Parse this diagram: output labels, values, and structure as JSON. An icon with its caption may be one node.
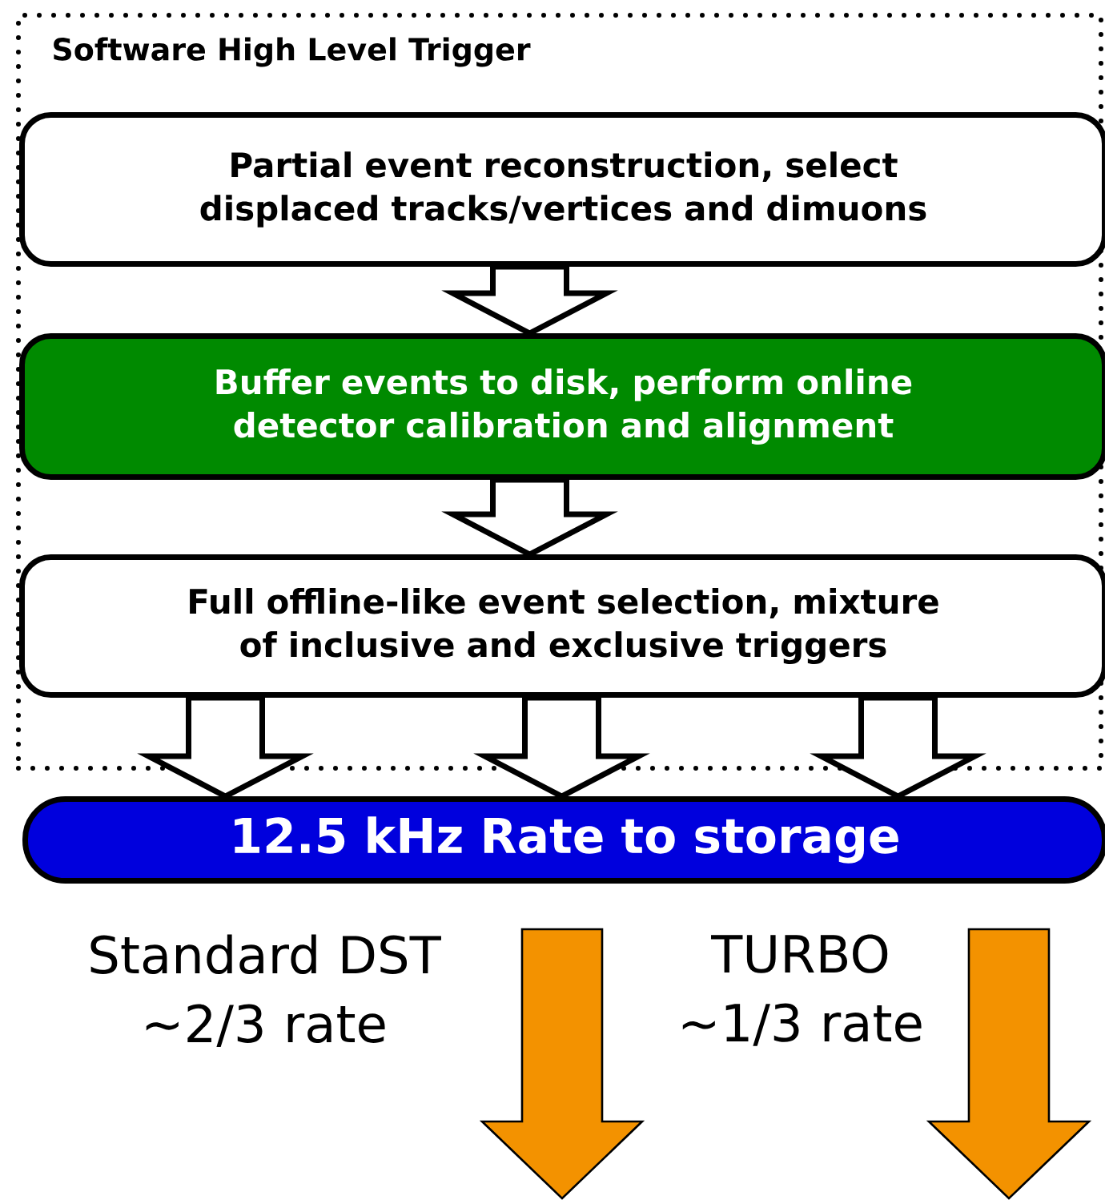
{
  "diagram": {
    "nodes": [
      {
        "text": [
          "Software High Level Trigger"
        ]
      },
      {
        "text": [
          "Partial event reconstruction, select displaced tracks/vertices and dimuons"
        ],
        "in": 0
      },
      {
        "text": [
          "Buffer events to disk, perform online detector calibration and alignment"
        ],
        "in": 0
      },
      {
        "text": [
          "Full offline-like event selection, mixture of inclusive and exclusive triggers"
        ],
        "in": 0
      },
      {
        "text": [
          "12.5 kHz Rate to storage"
        ]
      }
    ],
    "edges": [
      {
        "from": 1,
        "to": 2,
        "arrow": "to"
      },
      {
        "from": 2,
        "to": 3,
        "arrow": "to"
      },
      {
        "from": 3,
        "to": 4,
        "arrow": "to"
      },
      {
        "from": 3,
        "to": 4,
        "arrow": "to"
      },
      {
        "from": 3,
        "to": 4,
        "arrow": "to"
      }
    ],
    "labels": [
      "Standard DST ~2/3 rate",
      "TURBO ~1/3 rate"
    ]
  }
}
